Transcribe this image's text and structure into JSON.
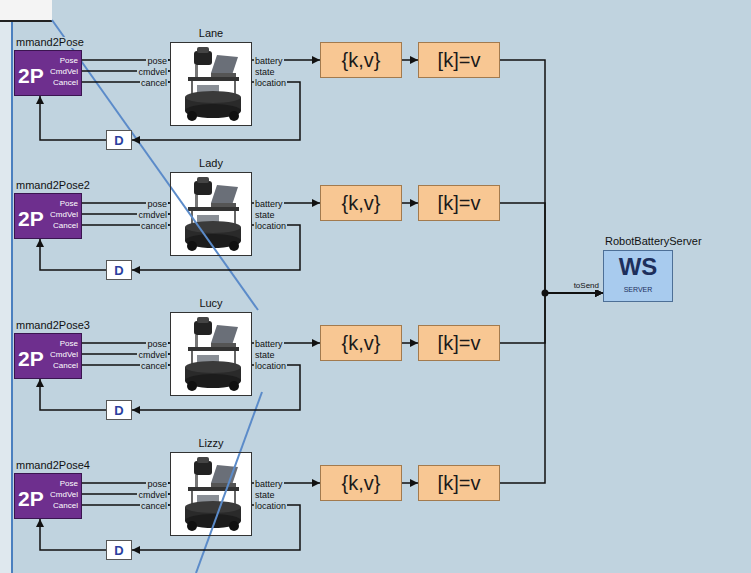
{
  "diagram": {
    "nodes": [
      {
        "text": [
          "mmand2Pose",
          "2P",
          "Pose",
          "CmdVel",
          "Cancel"
        ]
      },
      {
        "text": [
          "Lane",
          "pose",
          "cmdvel",
          "cancel",
          "battery",
          "state",
          "location"
        ]
      },
      {
        "text": [
          "D"
        ]
      },
      {
        "text": [
          "{k,v}"
        ]
      },
      {
        "text": [
          "[k]=v"
        ]
      },
      {
        "text": [
          "mmand2Pose2",
          "2P",
          "Pose",
          "CmdVel",
          "Cancel"
        ]
      },
      {
        "text": [
          "Lady",
          "pose",
          "cmdvel",
          "cancel",
          "battery",
          "state",
          "location"
        ]
      },
      {
        "text": [
          "D"
        ]
      },
      {
        "text": [
          "{k,v}"
        ]
      },
      {
        "text": [
          "[k]=v"
        ]
      },
      {
        "text": [
          "mmand2Pose3",
          "2P",
          "Pose",
          "CmdVel",
          "Cancel"
        ]
      },
      {
        "text": [
          "Lucy",
          "pose",
          "cmdvel",
          "cancel",
          "battery",
          "state",
          "location"
        ]
      },
      {
        "text": [
          "D"
        ]
      },
      {
        "text": [
          "{k,v}"
        ]
      },
      {
        "text": [
          "[k]=v"
        ]
      },
      {
        "text": [
          "mmand2Pose4",
          "2P",
          "Pose",
          "CmdVel",
          "Cancel"
        ]
      },
      {
        "text": [
          "Lizzy",
          "pose",
          "cmdvel",
          "cancel",
          "battery",
          "state",
          "location"
        ]
      },
      {
        "text": [
          "D"
        ]
      },
      {
        "text": [
          "{k,v}"
        ]
      },
      {
        "text": [
          "[k]=v"
        ]
      },
      {
        "text": [
          "RobotBatteryServer",
          "WS",
          "SERVER",
          "toSend"
        ]
      }
    ],
    "edges": [
      {
        "from": 0,
        "to": 1,
        "arrow": "to"
      },
      {
        "from": 0,
        "to": 1,
        "arrow": "to"
      },
      {
        "from": 0,
        "to": 1,
        "arrow": "to"
      },
      {
        "from": 1,
        "to": 3,
        "arrow": "to"
      },
      {
        "from": 3,
        "to": 4,
        "arrow": "to"
      },
      {
        "from": 4,
        "to": 20,
        "arrow": "to"
      },
      {
        "from": 1,
        "to": 2,
        "arrow": "to"
      },
      {
        "from": 2,
        "to": 0,
        "arrow": "to"
      },
      {
        "from": 5,
        "to": 6,
        "arrow": "to"
      },
      {
        "from": 5,
        "to": 6,
        "arrow": "to"
      },
      {
        "from": 5,
        "to": 6,
        "arrow": "to"
      },
      {
        "from": 6,
        "to": 8,
        "arrow": "to"
      },
      {
        "from": 8,
        "to": 9,
        "arrow": "to"
      },
      {
        "from": 9,
        "to": 20,
        "arrow": "to"
      },
      {
        "from": 6,
        "to": 7,
        "arrow": "to"
      },
      {
        "from": 7,
        "to": 5,
        "arrow": "to"
      },
      {
        "from": 10,
        "to": 11,
        "arrow": "to"
      },
      {
        "from": 10,
        "to": 11,
        "arrow": "to"
      },
      {
        "from": 10,
        "to": 11,
        "arrow": "to"
      },
      {
        "from": 11,
        "to": 13,
        "arrow": "to"
      },
      {
        "from": 13,
        "to": 14,
        "arrow": "to"
      },
      {
        "from": 14,
        "to": 20,
        "arrow": "to"
      },
      {
        "from": 11,
        "to": 12,
        "arrow": "to"
      },
      {
        "from": 12,
        "to": 10,
        "arrow": "to"
      },
      {
        "from": 15,
        "to": 16,
        "arrow": "to"
      },
      {
        "from": 15,
        "to": 16,
        "arrow": "to"
      },
      {
        "from": 15,
        "to": 16,
        "arrow": "to"
      },
      {
        "from": 16,
        "to": 18,
        "arrow": "to"
      },
      {
        "from": 18,
        "to": 19,
        "arrow": "to"
      },
      {
        "from": 19,
        "to": 20,
        "arrow": "to"
      },
      {
        "from": 16,
        "to": 17,
        "arrow": "to"
      },
      {
        "from": 17,
        "to": 15,
        "arrow": "to"
      }
    ]
  }
}
